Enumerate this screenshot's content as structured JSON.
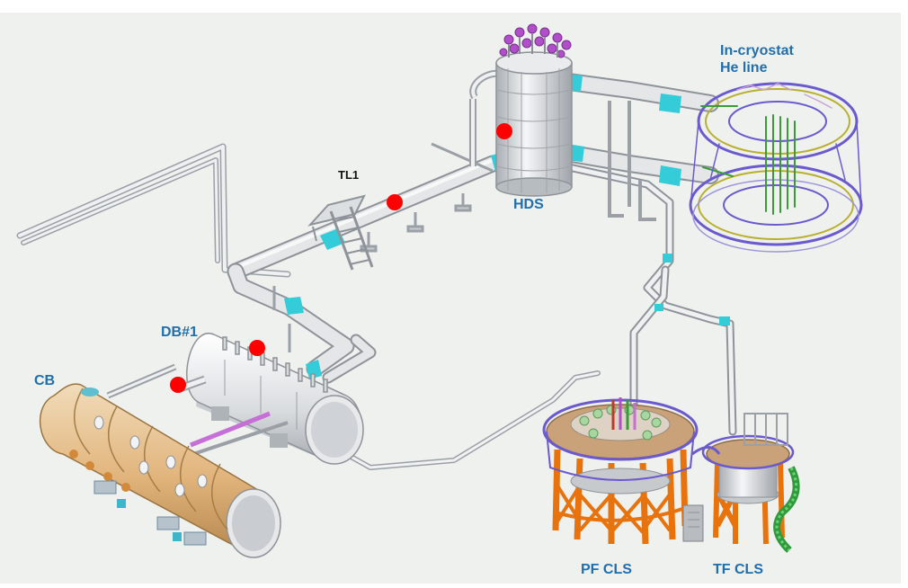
{
  "labels": {
    "tl1": "TL1",
    "hds": "HDS",
    "in_cryostat": "In-cryostat\nHe line",
    "db1": "DB#1",
    "cb": "CB",
    "pf_cls": "PF CLS",
    "tf_cls": "TF CLS"
  },
  "colors": {
    "label_blue": "#1f6fae",
    "pipe": "#d6d9dc",
    "pipe_stroke": "#8e9399",
    "insulation": "#33ccd8",
    "marker": "#ff0000",
    "cb_tank": "#e0b47c",
    "frame_orange": "#e8720c",
    "coil_purple": "#6a5acd",
    "coil_green": "#3a9b3a",
    "valves_magenta": "#b04fc9"
  },
  "icons": [
    "marker-dot"
  ]
}
